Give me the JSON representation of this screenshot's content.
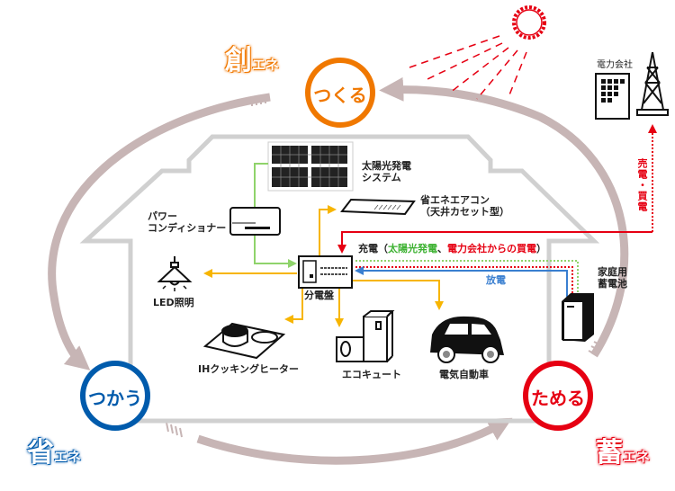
{
  "cycle": {
    "create": {
      "label": "つくる",
      "tag_kanji": "創",
      "tag_suffix": "エネ",
      "color": "#f07800"
    },
    "use": {
      "label": "つかう",
      "tag_kanji": "省",
      "tag_suffix": "エネ",
      "color": "#005bac"
    },
    "store": {
      "label": "ためる",
      "tag_kanji": "蓄",
      "tag_suffix": "エネ",
      "color": "#e60012"
    }
  },
  "devices": {
    "solar": "太陽光発電\nシステム",
    "solar_line1": "太陽光発電",
    "solar_line2": "システム",
    "aircon_line1": "省エネエアコン",
    "aircon_line2": "（天井カセット型）",
    "power_conditioner_line1": "パワー",
    "power_conditioner_line2": "コンディショナー",
    "distribution_board": "分電盤",
    "led": "LED照明",
    "ih": "IHクッキングヒーター",
    "ecocute": "エコキュート",
    "ev": "電気自動車",
    "battery_line1": "家庭用",
    "battery_line2": "蓄電池",
    "power_company": "電力会社"
  },
  "flows": {
    "charge_prefix": "充電（",
    "charge_solar": "太陽光発電",
    "charge_sep": "、",
    "charge_grid": "電力会社からの買電",
    "charge_suffix": "）",
    "discharge": "放電",
    "sell_buy": "売電・買電"
  },
  "colors": {
    "arc": "#c7b5b5",
    "house": "#d0d0d0",
    "solar_line": "#8fd36b",
    "supply_line": "#f7b500",
    "grid_line": "#e60012",
    "discharge_line": "#3a7fd0",
    "solar_text": "#3cb131"
  }
}
